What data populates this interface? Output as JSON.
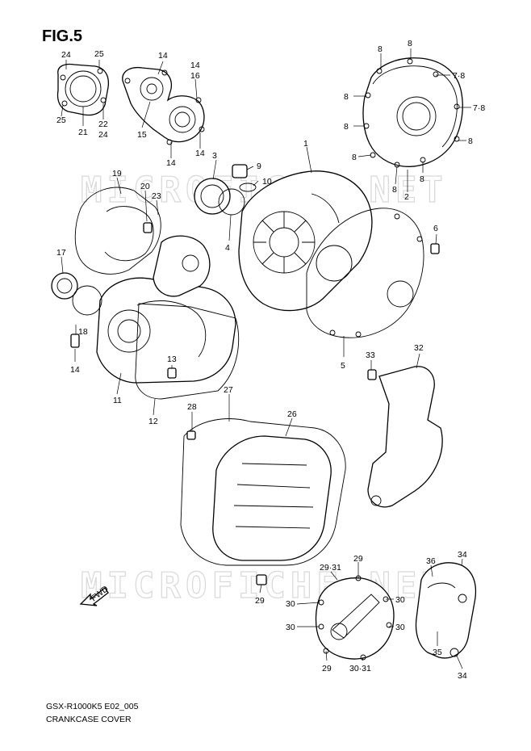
{
  "figure": {
    "title": "FIG.5"
  },
  "footer": {
    "code": "GSX-R1000K5 E02_005",
    "name": "CRANKCASE COVER"
  },
  "watermark": "MICROFICHE.NET",
  "fwd_label": "FWD",
  "callouts": [
    "24",
    "25",
    "25",
    "21",
    "22",
    "24",
    "14",
    "14",
    "16",
    "15",
    "14",
    "14",
    "8",
    "8",
    "7·8",
    "8",
    "7·8",
    "8",
    "8",
    "8",
    "8",
    "8",
    "2",
    "1",
    "3",
    "9",
    "10",
    "19",
    "20",
    "23",
    "4",
    "6",
    "17",
    "18",
    "14",
    "11",
    "13",
    "12",
    "5",
    "33",
    "32",
    "27",
    "28",
    "26",
    "29·31",
    "29",
    "30",
    "30",
    "30",
    "30",
    "29",
    "30·31",
    "29",
    "36",
    "34",
    "35",
    "34"
  ]
}
